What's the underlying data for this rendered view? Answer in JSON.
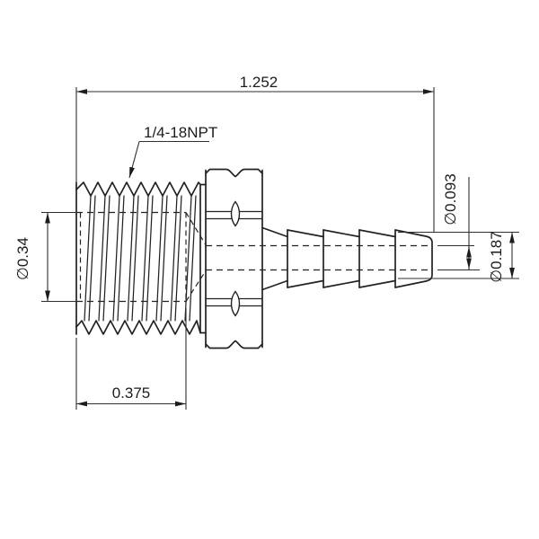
{
  "drawing": {
    "background": "#ffffff",
    "line_color": "#222222",
    "labels": {
      "overall_length": "1.252",
      "thread_callout": "1/4-18NPT",
      "outer_diameter": "∅0.34",
      "bore_diameter": "∅0.093",
      "barb_diameter": "∅0.187",
      "thread_length": "0.375"
    }
  }
}
